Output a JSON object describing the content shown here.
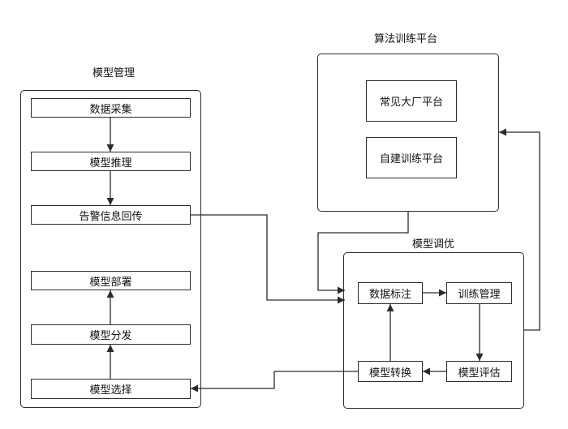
{
  "groups": {
    "model_management": "模型管理",
    "algorithm_platform": "算法训练平台",
    "model_tuning": "模型调优"
  },
  "nodes": {
    "data_collection": "数据采集",
    "model_inference": "模型推理",
    "alarm_callback": "告警信息回传",
    "model_deployment": "模型部署",
    "model_distribution": "模型分发",
    "model_selection": "模型选择",
    "vendor_platform": "常见大厂平台",
    "self_built_platform": "自建训练平台",
    "data_annotation": "数据标注",
    "training_management": "训练管理",
    "model_evaluation": "模型评估",
    "model_conversion": "模型转换"
  }
}
